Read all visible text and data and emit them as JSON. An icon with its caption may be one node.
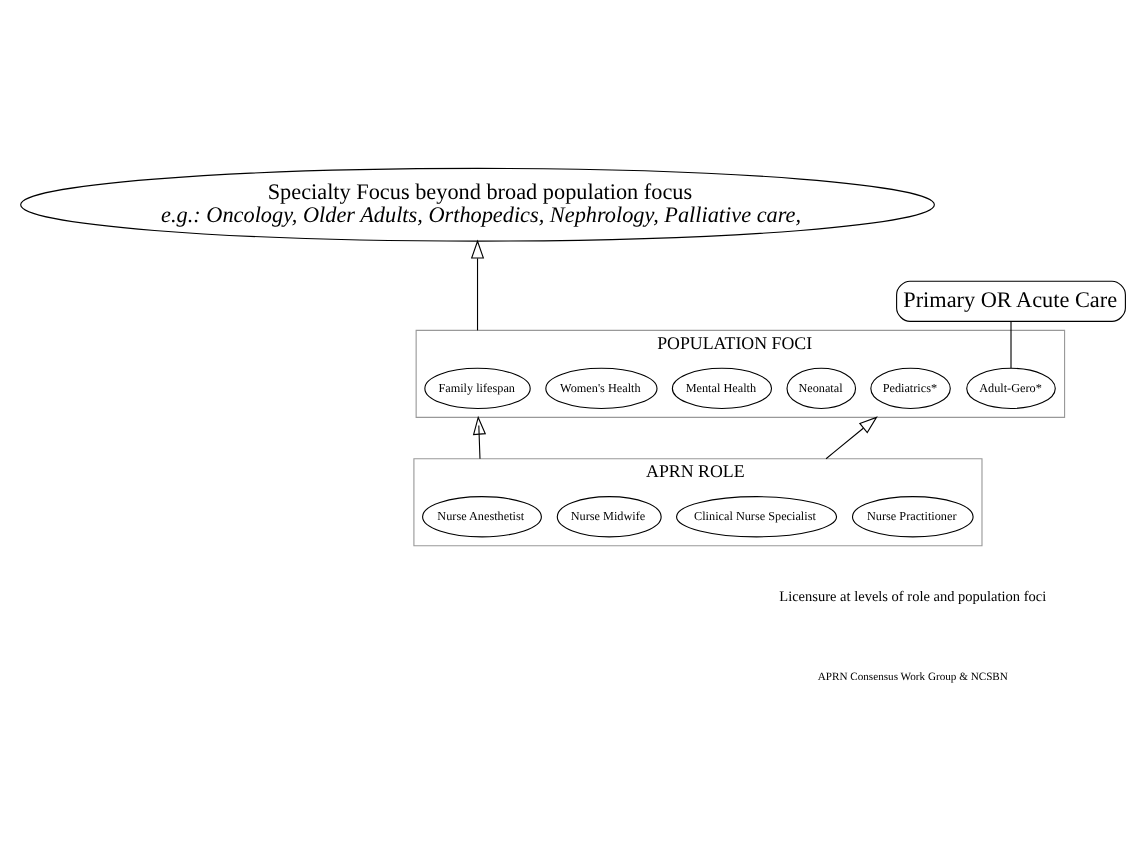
{
  "diagram": {
    "nodes": [
      {
        "text": [
          "Specialty Focus beyond broad population focus",
          "e.g.: Oncology, Older Adults, Orthopedics, Nephrology, Palliative care,"
        ]
      },
      {
        "text": [
          "POPULATION FOCI"
        ]
      },
      {
        "text": [
          "Family lifespan"
        ],
        "in": 1
      },
      {
        "text": [
          "Women's Health"
        ],
        "in": 1
      },
      {
        "text": [
          "Mental Health"
        ],
        "in": 1
      },
      {
        "text": [
          "Neonatal"
        ],
        "in": 1
      },
      {
        "text": [
          "Pediatrics*"
        ],
        "in": 1
      },
      {
        "text": [
          "Adult-Gero*"
        ],
        "in": 1
      },
      {
        "text": [
          "Primary OR Acute Care"
        ]
      },
      {
        "text": [
          "APRN ROLE"
        ]
      },
      {
        "text": [
          "Nurse Anesthetist"
        ],
        "in": 9
      },
      {
        "text": [
          "Nurse Midwife"
        ],
        "in": 9
      },
      {
        "text": [
          "Clinical Nurse Specialist"
        ],
        "in": 9
      },
      {
        "text": [
          "Nurse Practitioner"
        ],
        "in": 9
      }
    ],
    "edges": [
      {
        "from": 9,
        "to": 1,
        "arrow": "to"
      },
      {
        "from": 9,
        "to": 1,
        "arrow": "to"
      },
      {
        "from": 1,
        "to": 0,
        "arrow": "to"
      },
      {
        "from": 8,
        "to": 7,
        "arrow": "none"
      }
    ],
    "labels": [
      "Licensure at levels of role and population foci",
      "APRN Consensus Work Group & NCSBN"
    ]
  }
}
